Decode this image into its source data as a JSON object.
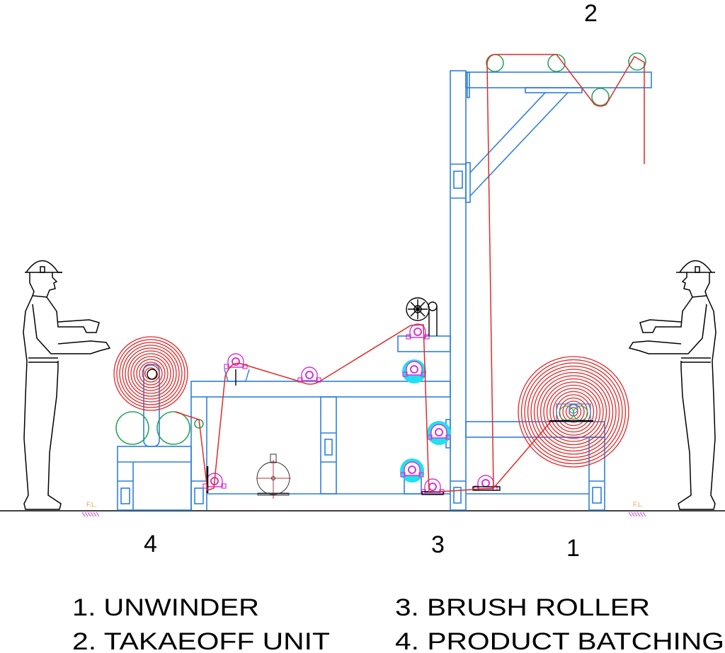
{
  "diagram": {
    "title": "Fabric processing line – side elevation",
    "colors": {
      "frame": "#2f7fe0",
      "fabric": "#e02a2a",
      "roller": "#2ea65a",
      "bearing": "#d633d6",
      "brush": "#22e0ee",
      "outline": "#000000",
      "floor_label": "#d9a257"
    },
    "callouts": [
      {
        "id": "1",
        "text": "1"
      },
      {
        "id": "2",
        "text": "2"
      },
      {
        "id": "3",
        "text": "3"
      },
      {
        "id": "4",
        "text": "4"
      }
    ],
    "floor_labels": [
      "F.L.",
      "F.L."
    ],
    "legend": [
      {
        "text": "1. UNWINDER"
      },
      {
        "text": "2. TAKAEOFF UNIT"
      },
      {
        "text": "3. BRUSH ROLLER"
      },
      {
        "text": "4. PRODUCT BATCHING"
      }
    ],
    "components": [
      {
        "name": "unwinder-roll",
        "icon": "fabric-roll-icon"
      },
      {
        "name": "takeoff-unit",
        "icon": "pulley-icon"
      },
      {
        "name": "brush-rollers",
        "icon": "brush-roller-icon"
      },
      {
        "name": "batching-roll",
        "icon": "fabric-roll-icon"
      },
      {
        "name": "drive-motor",
        "icon": "motor-icon"
      },
      {
        "name": "operator-left",
        "icon": "worker-icon"
      },
      {
        "name": "operator-right",
        "icon": "worker-icon"
      }
    ]
  }
}
